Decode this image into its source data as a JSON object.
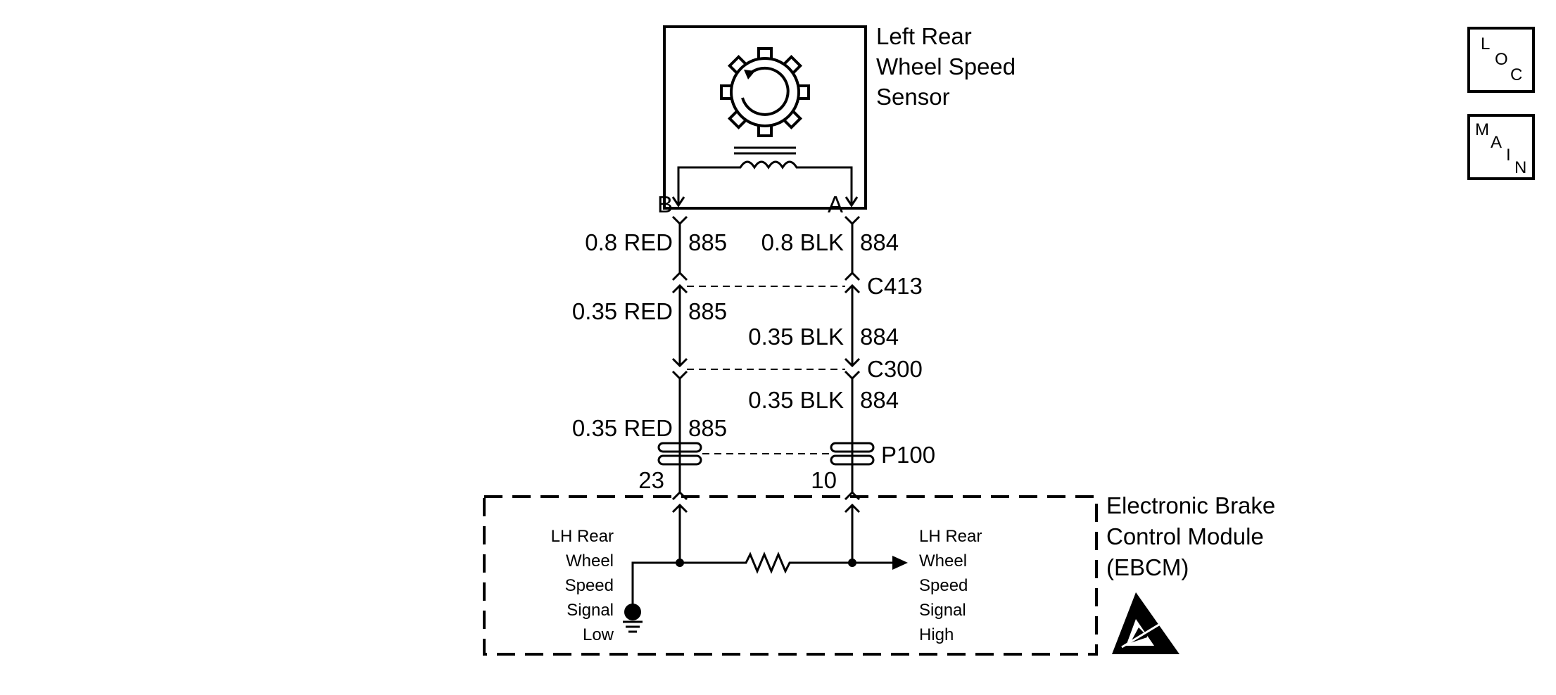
{
  "sensor": {
    "title_lines": [
      "Left Rear",
      "Wheel Speed",
      "Sensor"
    ],
    "pin_b": "B",
    "pin_a": "A"
  },
  "wires": {
    "seg1_left_color": "0.8 RED",
    "seg1_left_circuit": "885",
    "seg1_right_color": "0.8 BLK",
    "seg1_right_circuit": "884",
    "seg2_left_color": "0.35 RED",
    "seg2_left_circuit": "885",
    "seg2_right_color": "0.35 BLK",
    "seg2_right_circuit": "884",
    "seg3_right_color": "0.35 BLK",
    "seg3_right_circuit": "884",
    "seg4_left_color": "0.35 RED",
    "seg4_left_circuit": "885"
  },
  "connectors": {
    "c413": "C413",
    "c300": "C300",
    "p100": "P100",
    "pin_left": "23",
    "pin_right": "10"
  },
  "ebcm": {
    "title_lines": [
      "Electronic Brake",
      "Control Module",
      "(EBCM)"
    ],
    "low_signal_lines": [
      "LH Rear",
      "Wheel",
      "Speed",
      "Signal",
      "Low"
    ],
    "high_signal_lines": [
      "LH Rear",
      "Wheel",
      "Speed",
      "Signal",
      "High"
    ]
  },
  "nav": {
    "loc": [
      "L",
      "O",
      "C"
    ],
    "main": [
      "M",
      "A",
      "I",
      "N"
    ]
  }
}
